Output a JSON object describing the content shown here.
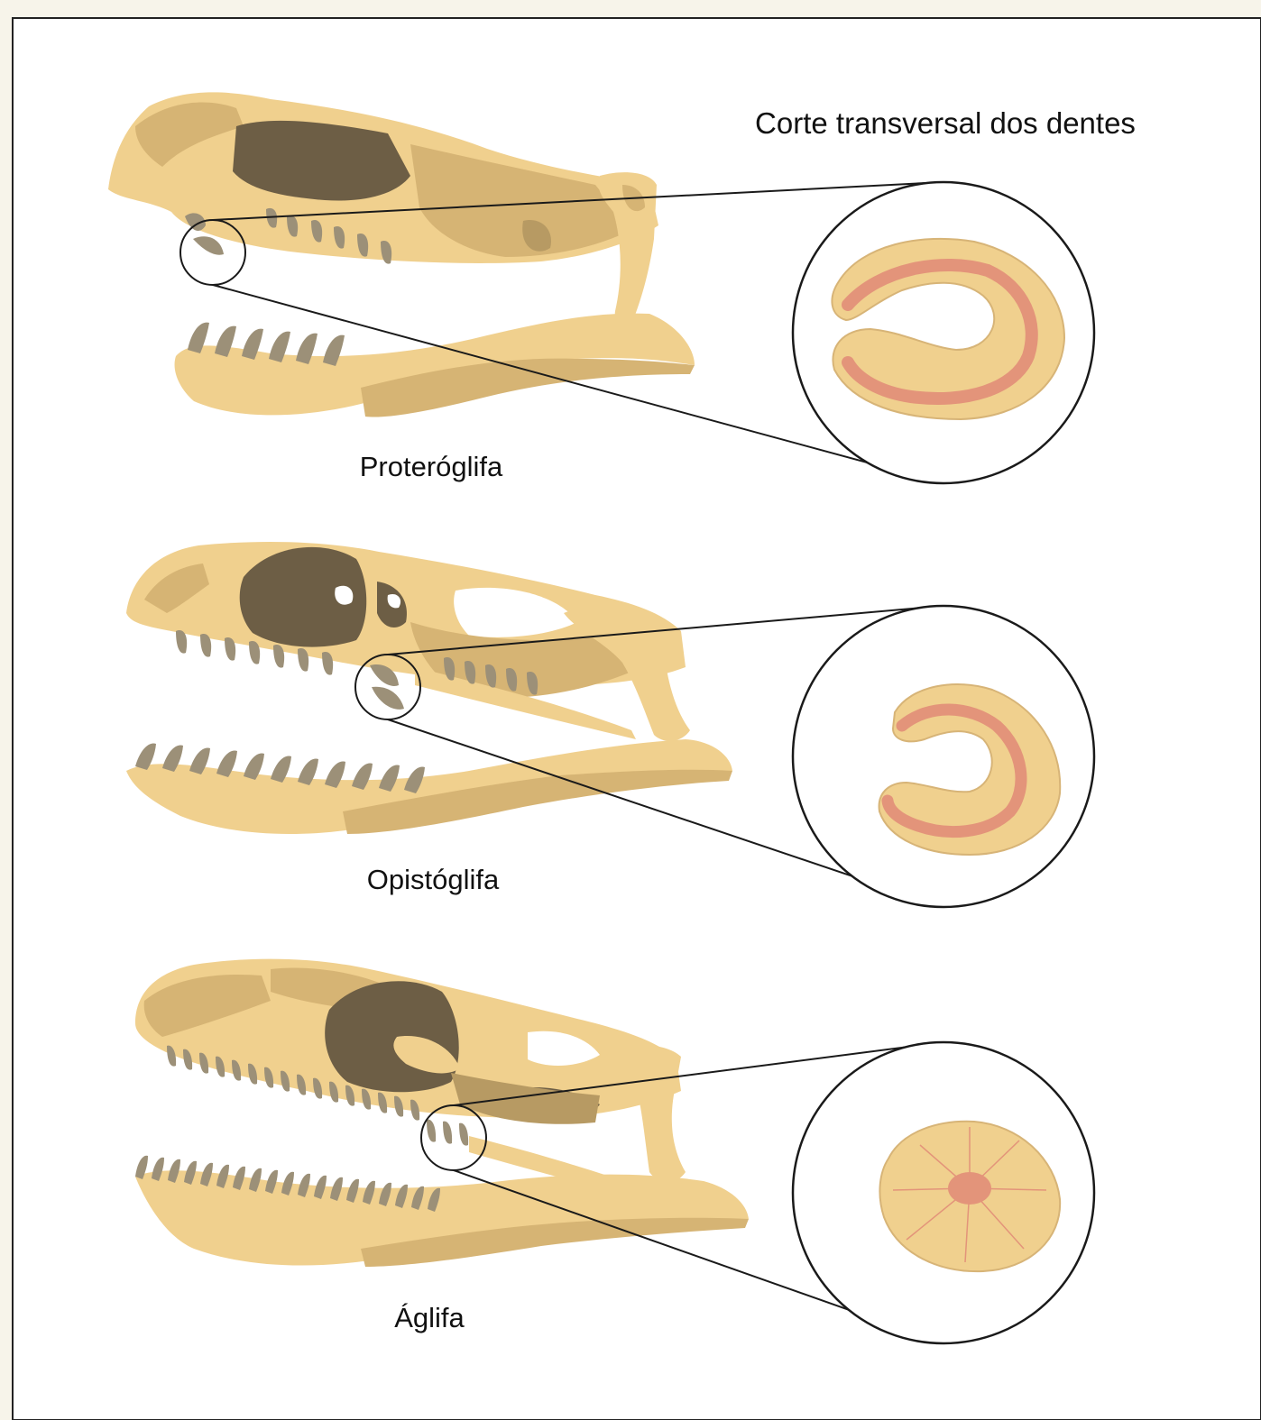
{
  "header": {
    "title": "Corte transversal dos dentes"
  },
  "panels": [
    {
      "id": "proteroglyph",
      "label": "Proteróglifa",
      "cross_section": "hollow-channel"
    },
    {
      "id": "opisthoglyph",
      "label": "Opistóglifa",
      "cross_section": "grooved"
    },
    {
      "id": "aglyph",
      "label": "Áglifa",
      "cross_section": "solid"
    }
  ],
  "colors": {
    "background": "#f7f4ea",
    "frame": "#ffffff",
    "bone_light": "#f0d08e",
    "bone_mid": "#d6b474",
    "bone_shadow": "#b79a63",
    "bone_dark": "#6d5e45",
    "tooth": "#9c9078",
    "pulp": "#e3947a",
    "outline": "#1a1a1a"
  }
}
